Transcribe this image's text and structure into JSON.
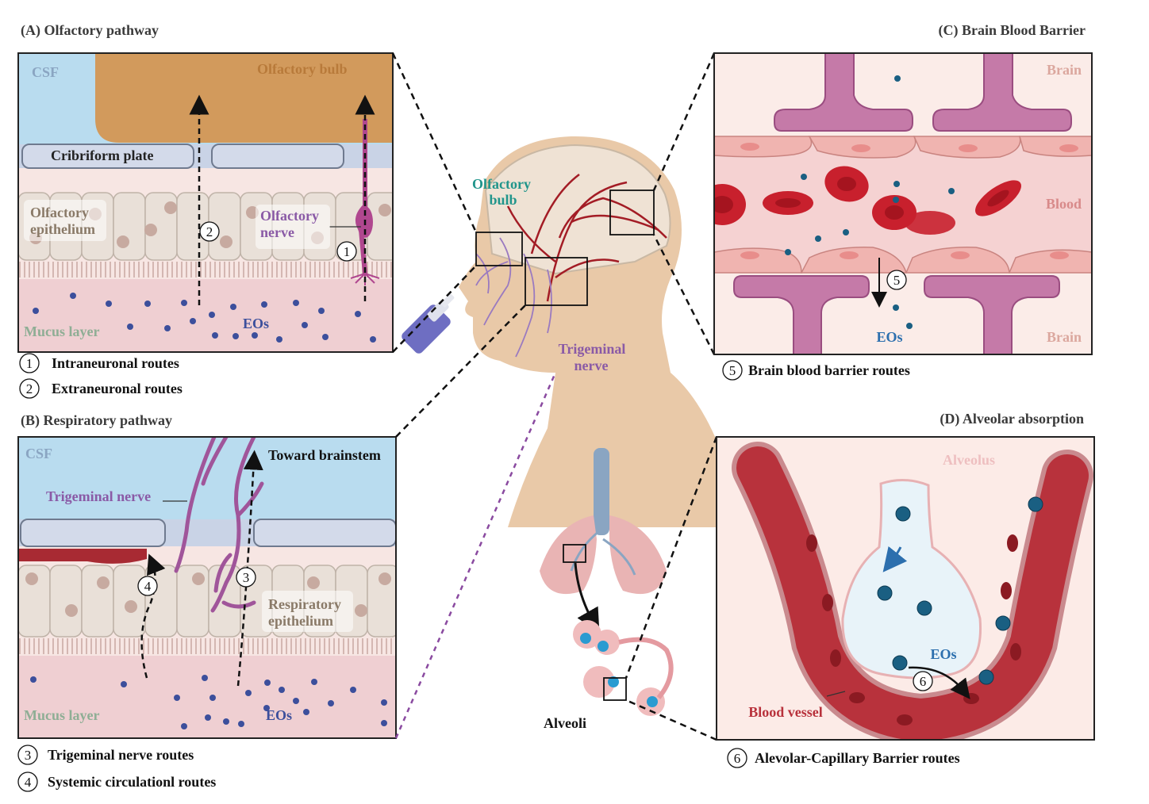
{
  "panel_a": {
    "title": "(A) Olfactory pathway",
    "csf": "CSF",
    "olfactory_bulb": "Olfactory bulb",
    "cribriform_plate": "Cribriform plate",
    "olfactory_epithelium_1": "Olfactory",
    "olfactory_epithelium_2": "epithelium",
    "olfactory_nerve_1": "Olfactory",
    "olfactory_nerve_2": "nerve",
    "mucus_layer": "Mucus layer",
    "eos": "EOs",
    "marker_1": "1",
    "marker_2": "2",
    "legend_1_num": "1",
    "legend_1": "Intraneuronal routes",
    "legend_2_num": "2",
    "legend_2": "Extraneuronal routes"
  },
  "panel_b": {
    "title": "(B) Respiratory pathway",
    "csf": "CSF",
    "trigeminal_nerve": "Trigeminal nerve",
    "toward_brainstem": "Toward brainstem",
    "respiratory_epithelium_1": "Respiratory",
    "respiratory_epithelium_2": "epithelium",
    "mucus_layer": "Mucus layer",
    "eos": "EOs",
    "marker_3": "3",
    "marker_4": "4",
    "legend_3_num": "3",
    "legend_3": "Trigeminal nerve routes",
    "legend_4_num": "4",
    "legend_4": "Systemic circulationl routes"
  },
  "panel_c": {
    "title": "(C) Brain Blood Barrier",
    "brain_top": "Brain",
    "blood": "Blood",
    "brain_bottom": "Brain",
    "eos": "EOs",
    "marker_5": "5",
    "legend_5_num": "5",
    "legend_5": "Brain blood barrier routes"
  },
  "panel_d": {
    "title": "(D) Alveolar absorption",
    "alveolus": "Alveolus",
    "eos": "EOs",
    "blood_vessel": "Blood vessel",
    "marker_6": "6",
    "legend_6_num": "6",
    "legend_6": "Alevolar-Capillary Barrier routes"
  },
  "center": {
    "olfactory_bulb_1": "Olfactory",
    "olfactory_bulb_2": "bulb",
    "trigeminal_nerve_1": "Trigeminal",
    "trigeminal_nerve_2": "nerve",
    "alveoli": "Alveoli"
  },
  "colors": {
    "csf": "#b9dcef",
    "olfactory_bulb": "#d29a5c",
    "epithelium": "#e9e0d8",
    "mucus": "#efcfd2",
    "nerve": "#a0559a",
    "rbc": "#c8202d",
    "vessel": "#b8323c",
    "eos_dot": "#3c4f9c",
    "eos_teal": "#1a5f82",
    "skin": "#e9c9a8",
    "label_blue": "#2c6fae",
    "label_teal": "#21958b",
    "label_purple": "#8a5aa6"
  }
}
